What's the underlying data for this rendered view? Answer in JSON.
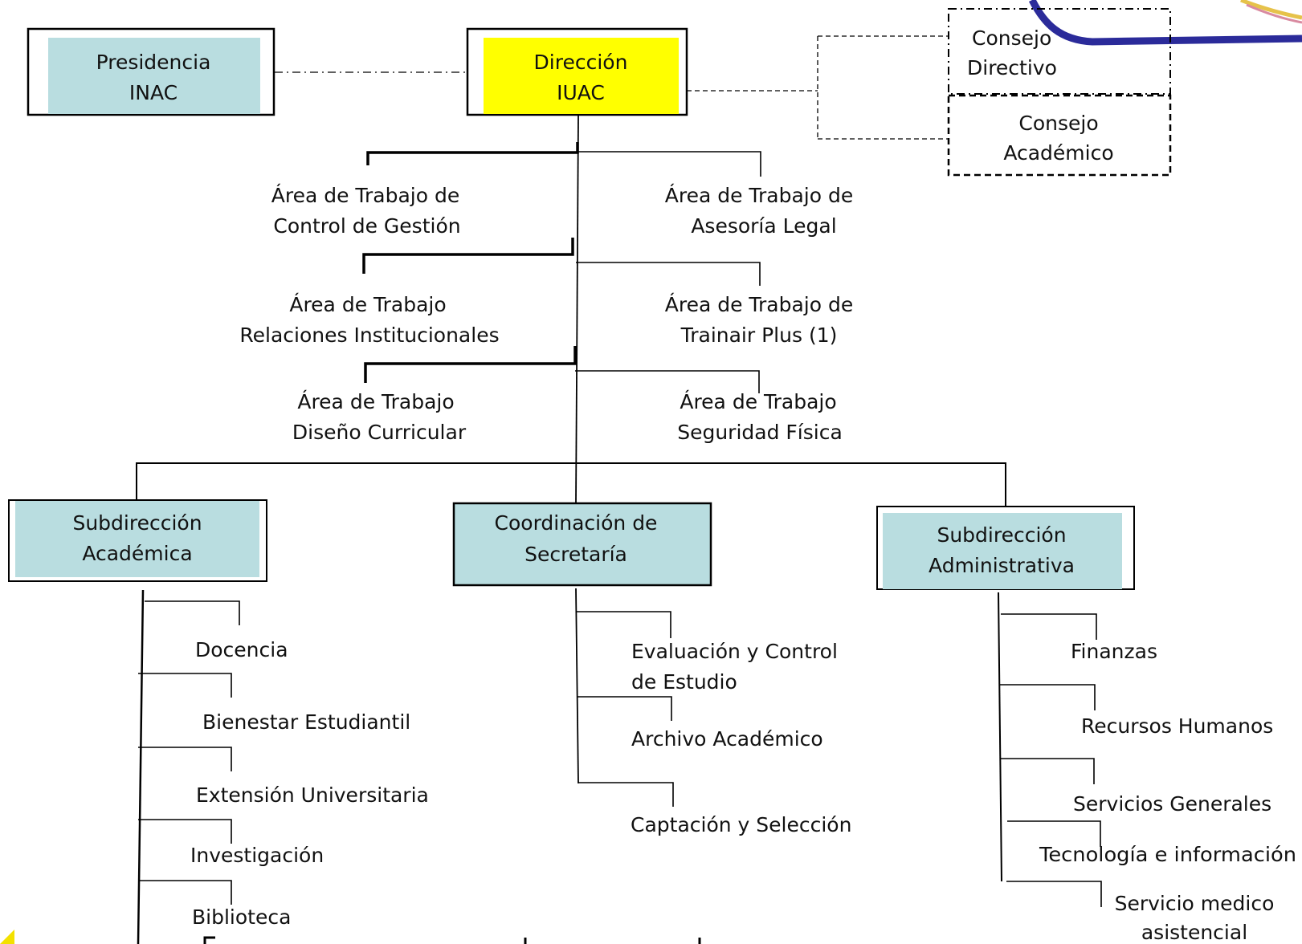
{
  "org_chart": {
    "top": {
      "presidencia": [
        "Presidencia",
        "INAC"
      ],
      "direccion": [
        "Dirección",
        "IUAC"
      ],
      "consejo_directivo": [
        "Consejo",
        "Directivo"
      ],
      "consejo_academico": [
        "Consejo",
        "Académico"
      ]
    },
    "areas_left": [
      [
        "Área de Trabajo de",
        "Control  de Gestión"
      ],
      [
        "Área de Trabajo",
        "Relaciones Institucionales"
      ],
      [
        "Área de Trabajo",
        "Diseño Curricular"
      ]
    ],
    "areas_right": [
      [
        "Área de Trabajo de",
        "Asesoría Legal"
      ],
      [
        "Área de Trabajo de",
        "Trainair Plus (1)"
      ],
      [
        "Área de Trabajo",
        "Seguridad Física"
      ]
    ],
    "subdireccion_academica": {
      "title": [
        "Subdirección",
        "Académica"
      ],
      "items": [
        "Docencia",
        "Bienestar  Estudiantil",
        "Extensión Universitaria",
        "Investigación",
        "Biblioteca"
      ]
    },
    "coordinacion_secretaria": {
      "title": [
        "Coordinación de",
        "Secretaría"
      ],
      "items": [
        [
          "Evaluación y Control",
          "de Estudio"
        ],
        [
          "Archivo  Académico"
        ],
        [
          "Captación  y Selección"
        ]
      ]
    },
    "subdireccion_administrativa": {
      "title": [
        "Subdirección",
        "Administrativa"
      ],
      "items": [
        [
          "Finanzas"
        ],
        [
          "Recursos  Humanos"
        ],
        [
          "Servicios  Generales"
        ],
        [
          "Tecnología e información"
        ],
        [
          "Servicio medico",
          "asistencial"
        ]
      ]
    }
  },
  "colors": {
    "box_fill_blue": "#b9dde0",
    "box_fill_yellow": "#ffff00",
    "logo_navy": "#2b2b9a",
    "accent_yellow": "#f3e100"
  }
}
